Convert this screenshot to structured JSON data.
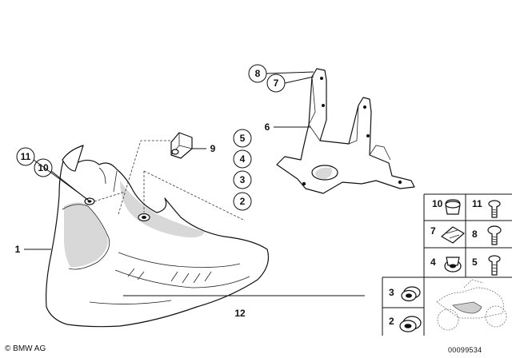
{
  "callouts": {
    "c1": "1",
    "c2": "2",
    "c3": "3",
    "c4": "4",
    "c5": "5",
    "c6": "6",
    "c7": "7",
    "c8": "8",
    "c9": "9",
    "c10": "10",
    "c11": "11",
    "c12": "12"
  },
  "legend": {
    "r10": "10",
    "r11": "11",
    "r7": "7",
    "r8": "8",
    "r4": "4",
    "r5": "5",
    "r3": "3",
    "r2": "2"
  },
  "footer": {
    "copyright": "© BMW AG",
    "drawing_number": "00099534"
  }
}
